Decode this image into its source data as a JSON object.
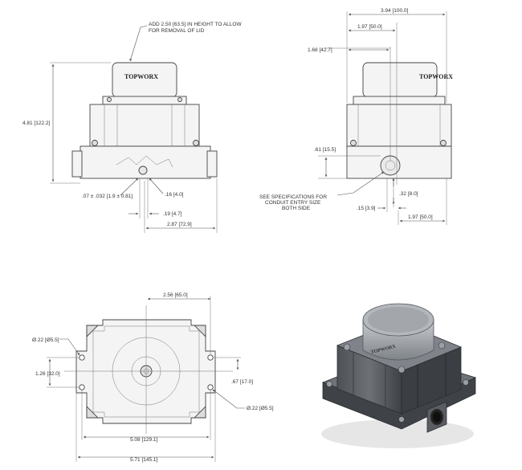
{
  "brand": "TOPWORX",
  "notes": {
    "lid": [
      "ADD 2.50 [63.5] IN HEIGHT TO ALLOW",
      "FOR REMOVAL OF LID"
    ],
    "conduit": [
      "SEE SPECIFICATIONS FOR",
      "CONDUIT ENTRY SIZE",
      "BOTH SIDE"
    ]
  },
  "front_view": {
    "height": "4.81 [122.2]",
    "tolerance": ".07 ± .032 [1.9 ± 0.81]",
    "d_16": ".16 [4.0]",
    "d_19": ".19 [4.7]",
    "d_287": "2.87 [72.9]"
  },
  "side_view": {
    "width": "3.94 [100.0]",
    "d_197_top": "1.97 [50.0]",
    "d_168": "1.68 [42.7]",
    "d_61": ".61 [15.5]",
    "d_32": ".32 [8.0]",
    "d_15": ".15 [3.9]",
    "d_197_bottom": "1.97 [50.0]"
  },
  "bottom_view": {
    "d_256": "2.56 [65.0]",
    "hole_left": "Ø.22 [Ø5.5]",
    "d_126": "1.26 [32.0]",
    "d_67": ".67 [17.0]",
    "hole_right": "Ø.22 [Ø5.5]",
    "d_508": "5.08 [129.1]",
    "d_571": "5.71 [145.1]"
  },
  "colors": {
    "line": "#555555",
    "body_fill": "#f2f2f2",
    "housing": "#5e6166",
    "lid": "#8f9398"
  }
}
